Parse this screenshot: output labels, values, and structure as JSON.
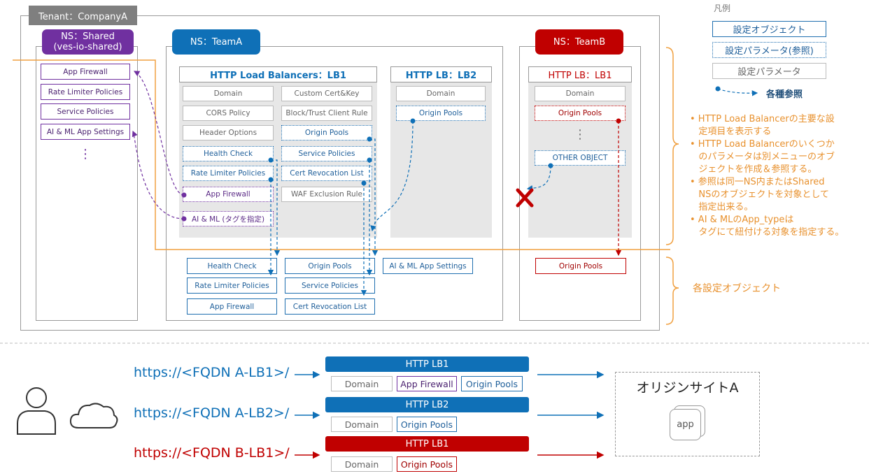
{
  "tenant": {
    "label": "Tenant：CompanyA"
  },
  "ns_shared": {
    "label": "NS：Shared\n(ves-io-shared)",
    "items": [
      "App Firewall",
      "Rate Limiter Policies",
      "Service Policies",
      "AI & ML App Settings"
    ],
    "more": "⋮"
  },
  "ns_team_a": {
    "label": "NS：TeamA",
    "lb1": {
      "title": "HTTP Load Balancers：LB1",
      "left": [
        "Domain",
        "CORS Policy",
        "Header Options",
        "Health Check",
        "Rate Limiter Policies",
        "App Firewall",
        "AI & ML (タグを指定)"
      ],
      "right": [
        "Custom Cert&Key",
        "Block/Trust Client Rule",
        "Origin Pools",
        "Service Policies",
        "Cert Revocation List",
        "WAF Exclusion Rule"
      ]
    },
    "lb2": {
      "title": "HTTP LB：LB2",
      "items": [
        "Domain",
        "Origin Pools"
      ]
    },
    "objects": [
      "Health Check",
      "Rate Limiter Policies",
      "App Firewall",
      "Origin Pools",
      "Service Policies",
      "Cert Revocation List",
      "AI & ML App Settings"
    ]
  },
  "ns_team_b": {
    "label": "NS：TeamB",
    "lb1": {
      "title": "HTTP LB：LB1",
      "items": [
        "Domain",
        "Origin Pools",
        "OTHER OBJECT"
      ],
      "more": "⋮"
    },
    "objects": [
      "Origin Pools"
    ]
  },
  "legend": {
    "title": "凡例",
    "items": [
      "設定オブジェクト",
      "設定パラメータ(参照)",
      "設定パラメータ"
    ],
    "ref_label": "各種参照"
  },
  "notes": {
    "bullets": [
      "• HTTP Load Balancerの主要な設\n   定項目を表示する",
      "• HTTP Load Balancerのいくつか\n   のパラメータは別メニューのオブ\n   ジェクトを作成＆参照する。",
      "• 参照は同一NS内またはShared\n   NSのオブジェクトを対象として\n   指定出来る。",
      "• AI & MLのApp_typeは\n   タグにて紐付ける対象を指定する。"
    ],
    "objects_label": "各設定オブジェクト"
  },
  "flows": [
    {
      "url": "https://<FQDN A-LB1>/",
      "lb": "HTTP LB1",
      "subs": [
        "Domain",
        "App Firewall",
        "Origin Pools"
      ]
    },
    {
      "url": "https://<FQDN A-LB2>/",
      "lb": "HTTP LB2",
      "subs": [
        "Domain",
        "Origin Pools"
      ]
    },
    {
      "url": "https://<FQDN B-LB1>/",
      "lb": "HTTP LB1",
      "subs": [
        "Domain",
        "Origin Pools"
      ]
    }
  ],
  "origin": {
    "title": "オリジンサイトA",
    "app": "app"
  },
  "colors": {
    "blue": "#0f70b7",
    "purple": "#7030a0",
    "red": "#c00000",
    "orange": "#f0a040",
    "gray": "#7f7f7f"
  }
}
